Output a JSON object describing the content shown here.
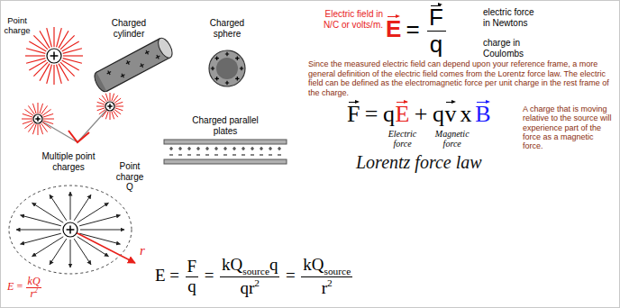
{
  "diagram": {
    "labels": [
      "Point charge",
      "Charged cylinder",
      "Charged sphere",
      "Electric field in N/C or volts/m.",
      "E",
      "=",
      "F",
      "q",
      "electric force in Newtons",
      "charge in Coulombs",
      "Since the measured electric field can depend upon your reference frame, a more general definition of the electric field comes from the Lorentz force law. The electric field can be defined as the electromagnetic force per unit charge in the rest frame of the charge.",
      "Multiple point charges",
      "Charged parallel plates",
      "F",
      "=",
      "q",
      "E",
      "+",
      "q",
      "v",
      "x",
      "B",
      "A charge that is moving relative to the source will experience part of the force as a magnetic force.",
      "Electric force",
      "Magnetic force",
      "Lorentz force law",
      "Point charge Q",
      "r",
      "E",
      "=",
      "kQ",
      "r",
      "2",
      "E",
      "=",
      "F",
      "q",
      "=",
      "kQ",
      "source",
      "q",
      "qr",
      "2",
      "=",
      "kQ",
      "source",
      "r",
      "2"
    ]
  }
}
